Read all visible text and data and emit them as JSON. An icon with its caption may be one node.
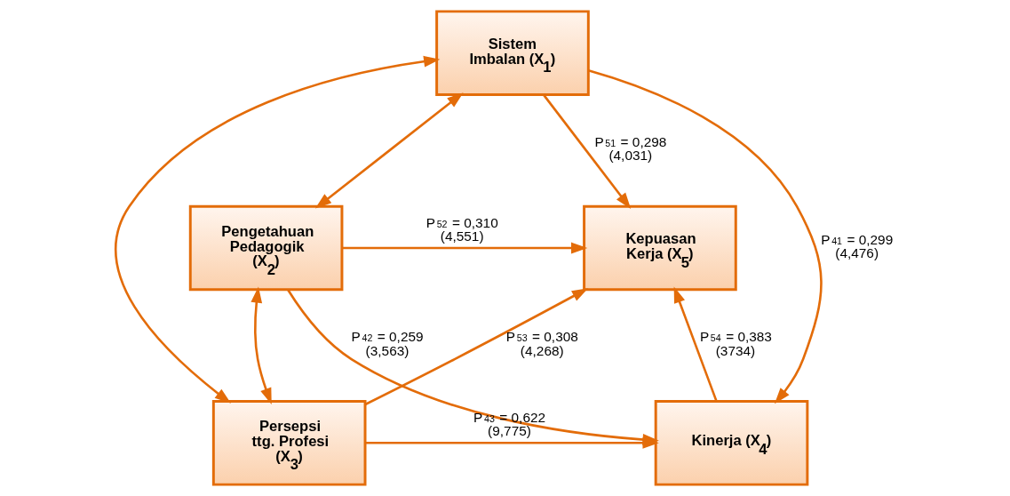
{
  "diagram": {
    "nodes": [
      {
        "text": [
          "Sistem Imbalan (X$_{1}$)"
        ]
      },
      {
        "text": [
          "Pengetahuan Pedagogik (X$_{2}$)"
        ]
      },
      {
        "text": [
          "Persepsi ttg. Profesi (X$_{3}$)"
        ]
      },
      {
        "text": [
          "Kinerja (X$_{4}$)"
        ]
      },
      {
        "text": [
          "Kepuasan Kerja (X$_{5}$)"
        ]
      }
    ],
    "edges": [
      {
        "from": 0,
        "to": 1,
        "arrow": "both"
      },
      {
        "from": 1,
        "to": 2,
        "arrow": "both"
      },
      {
        "from": 0,
        "to": 2,
        "arrow": "both"
      },
      {
        "from": 0,
        "to": 3,
        "arrow": "to",
        "label": "P$_{41}$ = 0,299 (4,476)"
      },
      {
        "from": 0,
        "to": 4,
        "arrow": "to",
        "label": "P$_{51}$ = 0,298 (4,031)"
      },
      {
        "from": 1,
        "to": 4,
        "arrow": "to",
        "label": "P$_{52}$ = 0,310 (4,551)"
      },
      {
        "from": 1,
        "to": 3,
        "arrow": "to",
        "label": "P$_{42}$ = 0,259 (3,563)"
      },
      {
        "from": 3,
        "to": 4,
        "arrow": "to",
        "label": "P$_{54}$ = 0,383 (3734)"
      },
      {
        "from": 2,
        "to": 3,
        "arrow": "to",
        "label": "P$_{43}$ = 0,622 (9,775)"
      },
      {
        "from": 2,
        "to": 4,
        "arrow": "to",
        "label": "P$_{53}$ = 0,308 (4,268)"
      }
    ]
  }
}
